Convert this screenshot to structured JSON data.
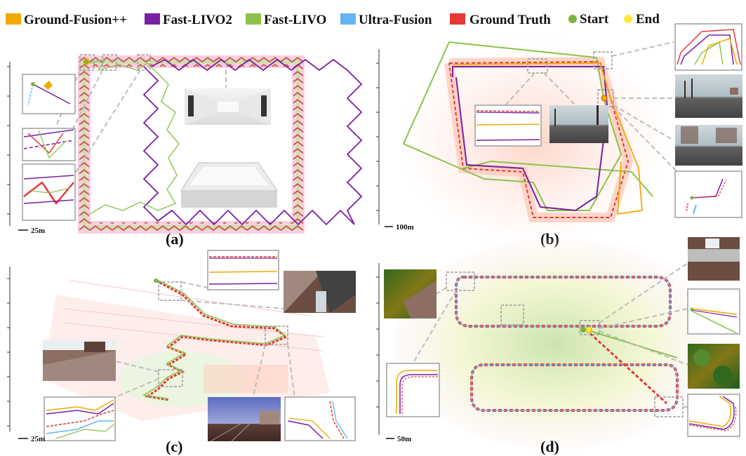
{
  "legend": {
    "items": [
      {
        "label": "Ground-Fusion++",
        "color": "#f2a900",
        "shape": "rect"
      },
      {
        "label": "Fast-LIVO2",
        "color": "#7b1fa2",
        "shape": "rect"
      },
      {
        "label": "Fast-LIVO",
        "color": "#8bc34a",
        "shape": "rect"
      },
      {
        "label": "Ultra-Fusion",
        "color": "#64b5f6",
        "shape": "rect"
      },
      {
        "label": "Ground Truth",
        "color": "#e53935",
        "shape": "rect"
      },
      {
        "label": "Start",
        "color": "#7cb342",
        "shape": "circle"
      },
      {
        "label": "End",
        "color": "#ffeb3b",
        "shape": "circle"
      }
    ]
  },
  "panels": {
    "a": {
      "label": "(a)",
      "scale": "25m"
    },
    "b": {
      "label": "(b)",
      "scale": "100m"
    },
    "c": {
      "label": "(c)",
      "scale": "25m"
    },
    "d": {
      "label": "(d)",
      "scale": "50m"
    }
  },
  "colors": {
    "ground_fusion": "#f2a900",
    "fast_livo2": "#7b1fa2",
    "fast_livo": "#8bc34a",
    "ultra_fusion": "#64b5f6",
    "ground_truth": "#e53935",
    "callout": "#9e9e9e"
  }
}
